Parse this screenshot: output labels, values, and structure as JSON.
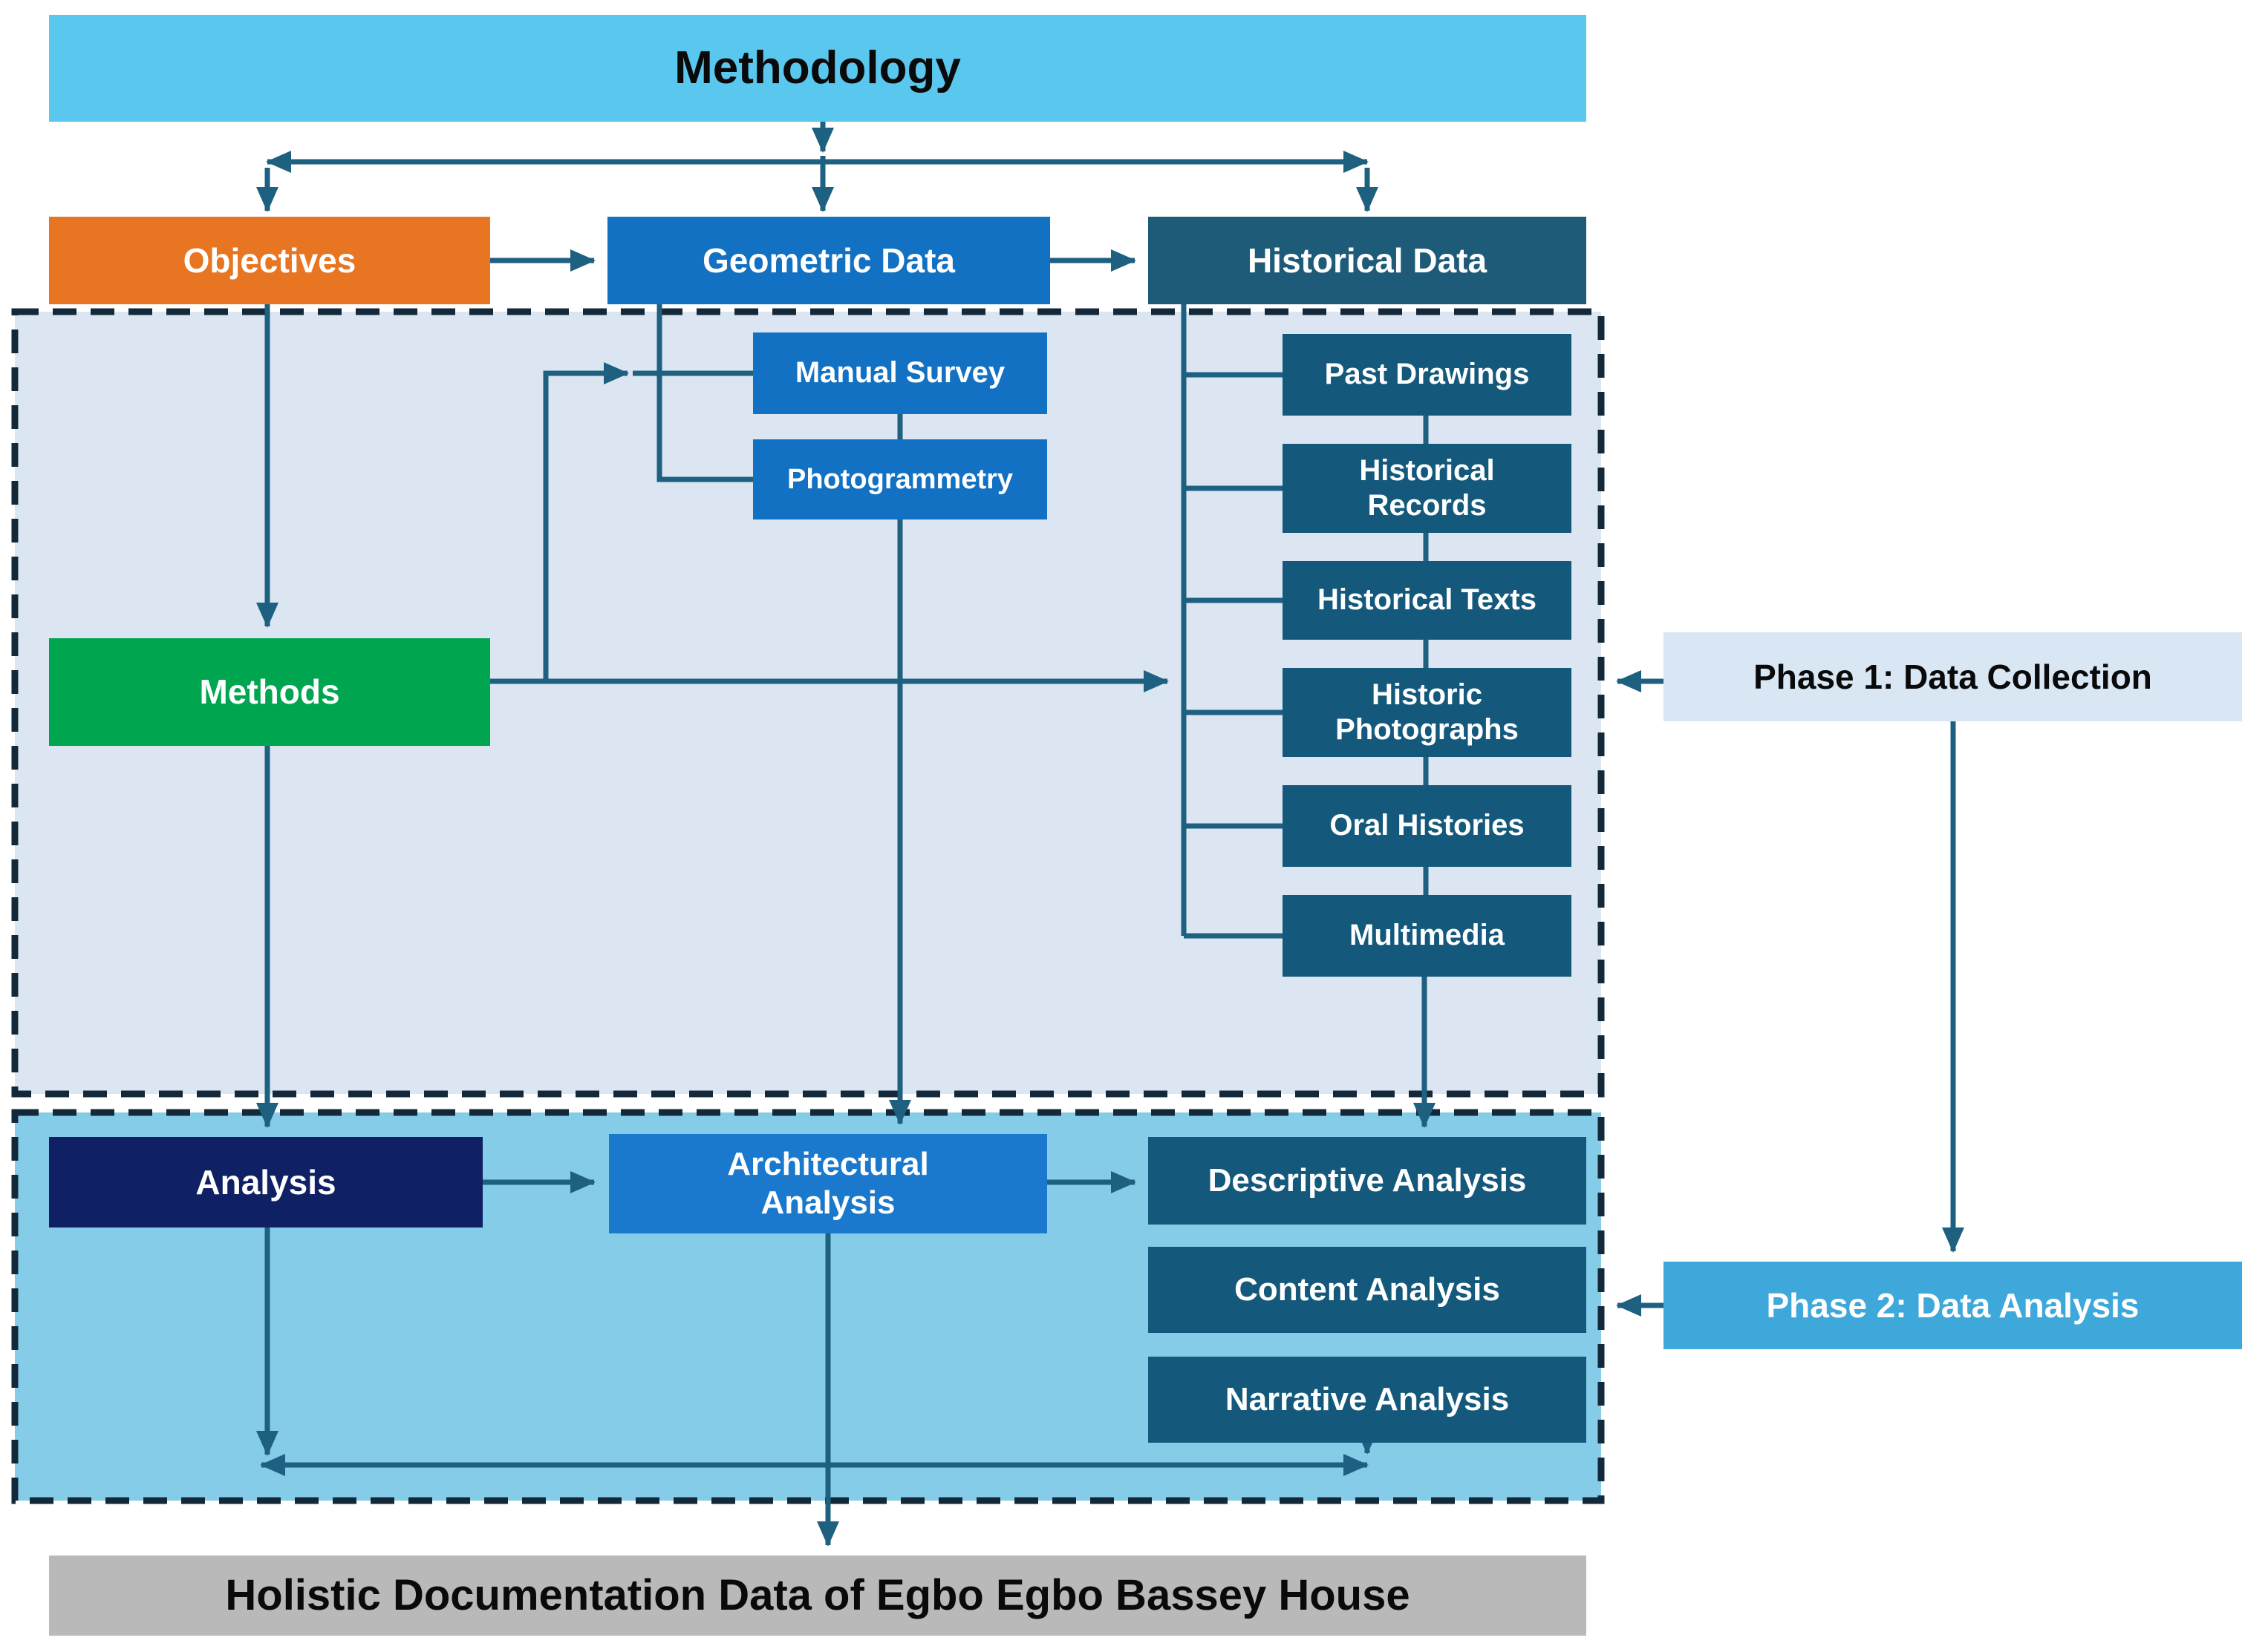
{
  "diagram": {
    "title": "Methodology",
    "top_row": {
      "objectives": "Objectives",
      "geometric_data": "Geometric Data",
      "historical_data": "Historical Data"
    },
    "phase1": {
      "label": "Phase 1: Data Collection",
      "methods": "Methods",
      "geometric_methods": [
        "Manual Survey",
        "Photogrammetry"
      ],
      "historical_sources": [
        "Past Drawings",
        "Historical\nRecords",
        "Historical Texts",
        "Historic\nPhotographs",
        "Oral Histories",
        "Multimedia"
      ]
    },
    "phase2": {
      "label": "Phase 2: Data Analysis",
      "analysis": "Analysis",
      "architectural_analysis": "Architectural\nAnalysis",
      "analysis_types": [
        "Descriptive Analysis",
        "Content Analysis",
        "Narrative Analysis"
      ]
    },
    "footer": "Holistic Documentation Data of Egbo Egbo Bassey House",
    "colors": {
      "title_bar": "#59c7ee",
      "objectives": "#e87522",
      "geometric_blue": "#1271c2",
      "architectural_blue": "#1a79cc",
      "historical_teal": "#1d5b79",
      "source_teal": "#14597c",
      "methods_green": "#00a64f",
      "analysis_navy": "#0f2064",
      "phase1_fill": "#dbe6f2",
      "phase1_label_fill": "#d9e6f4",
      "phase2_fill": "#85cce9",
      "phase2_label_fill": "#3fa8da",
      "footer_gray": "#b9b9b9",
      "connector": "#1e6080",
      "dashed_border": "#13293a"
    }
  }
}
